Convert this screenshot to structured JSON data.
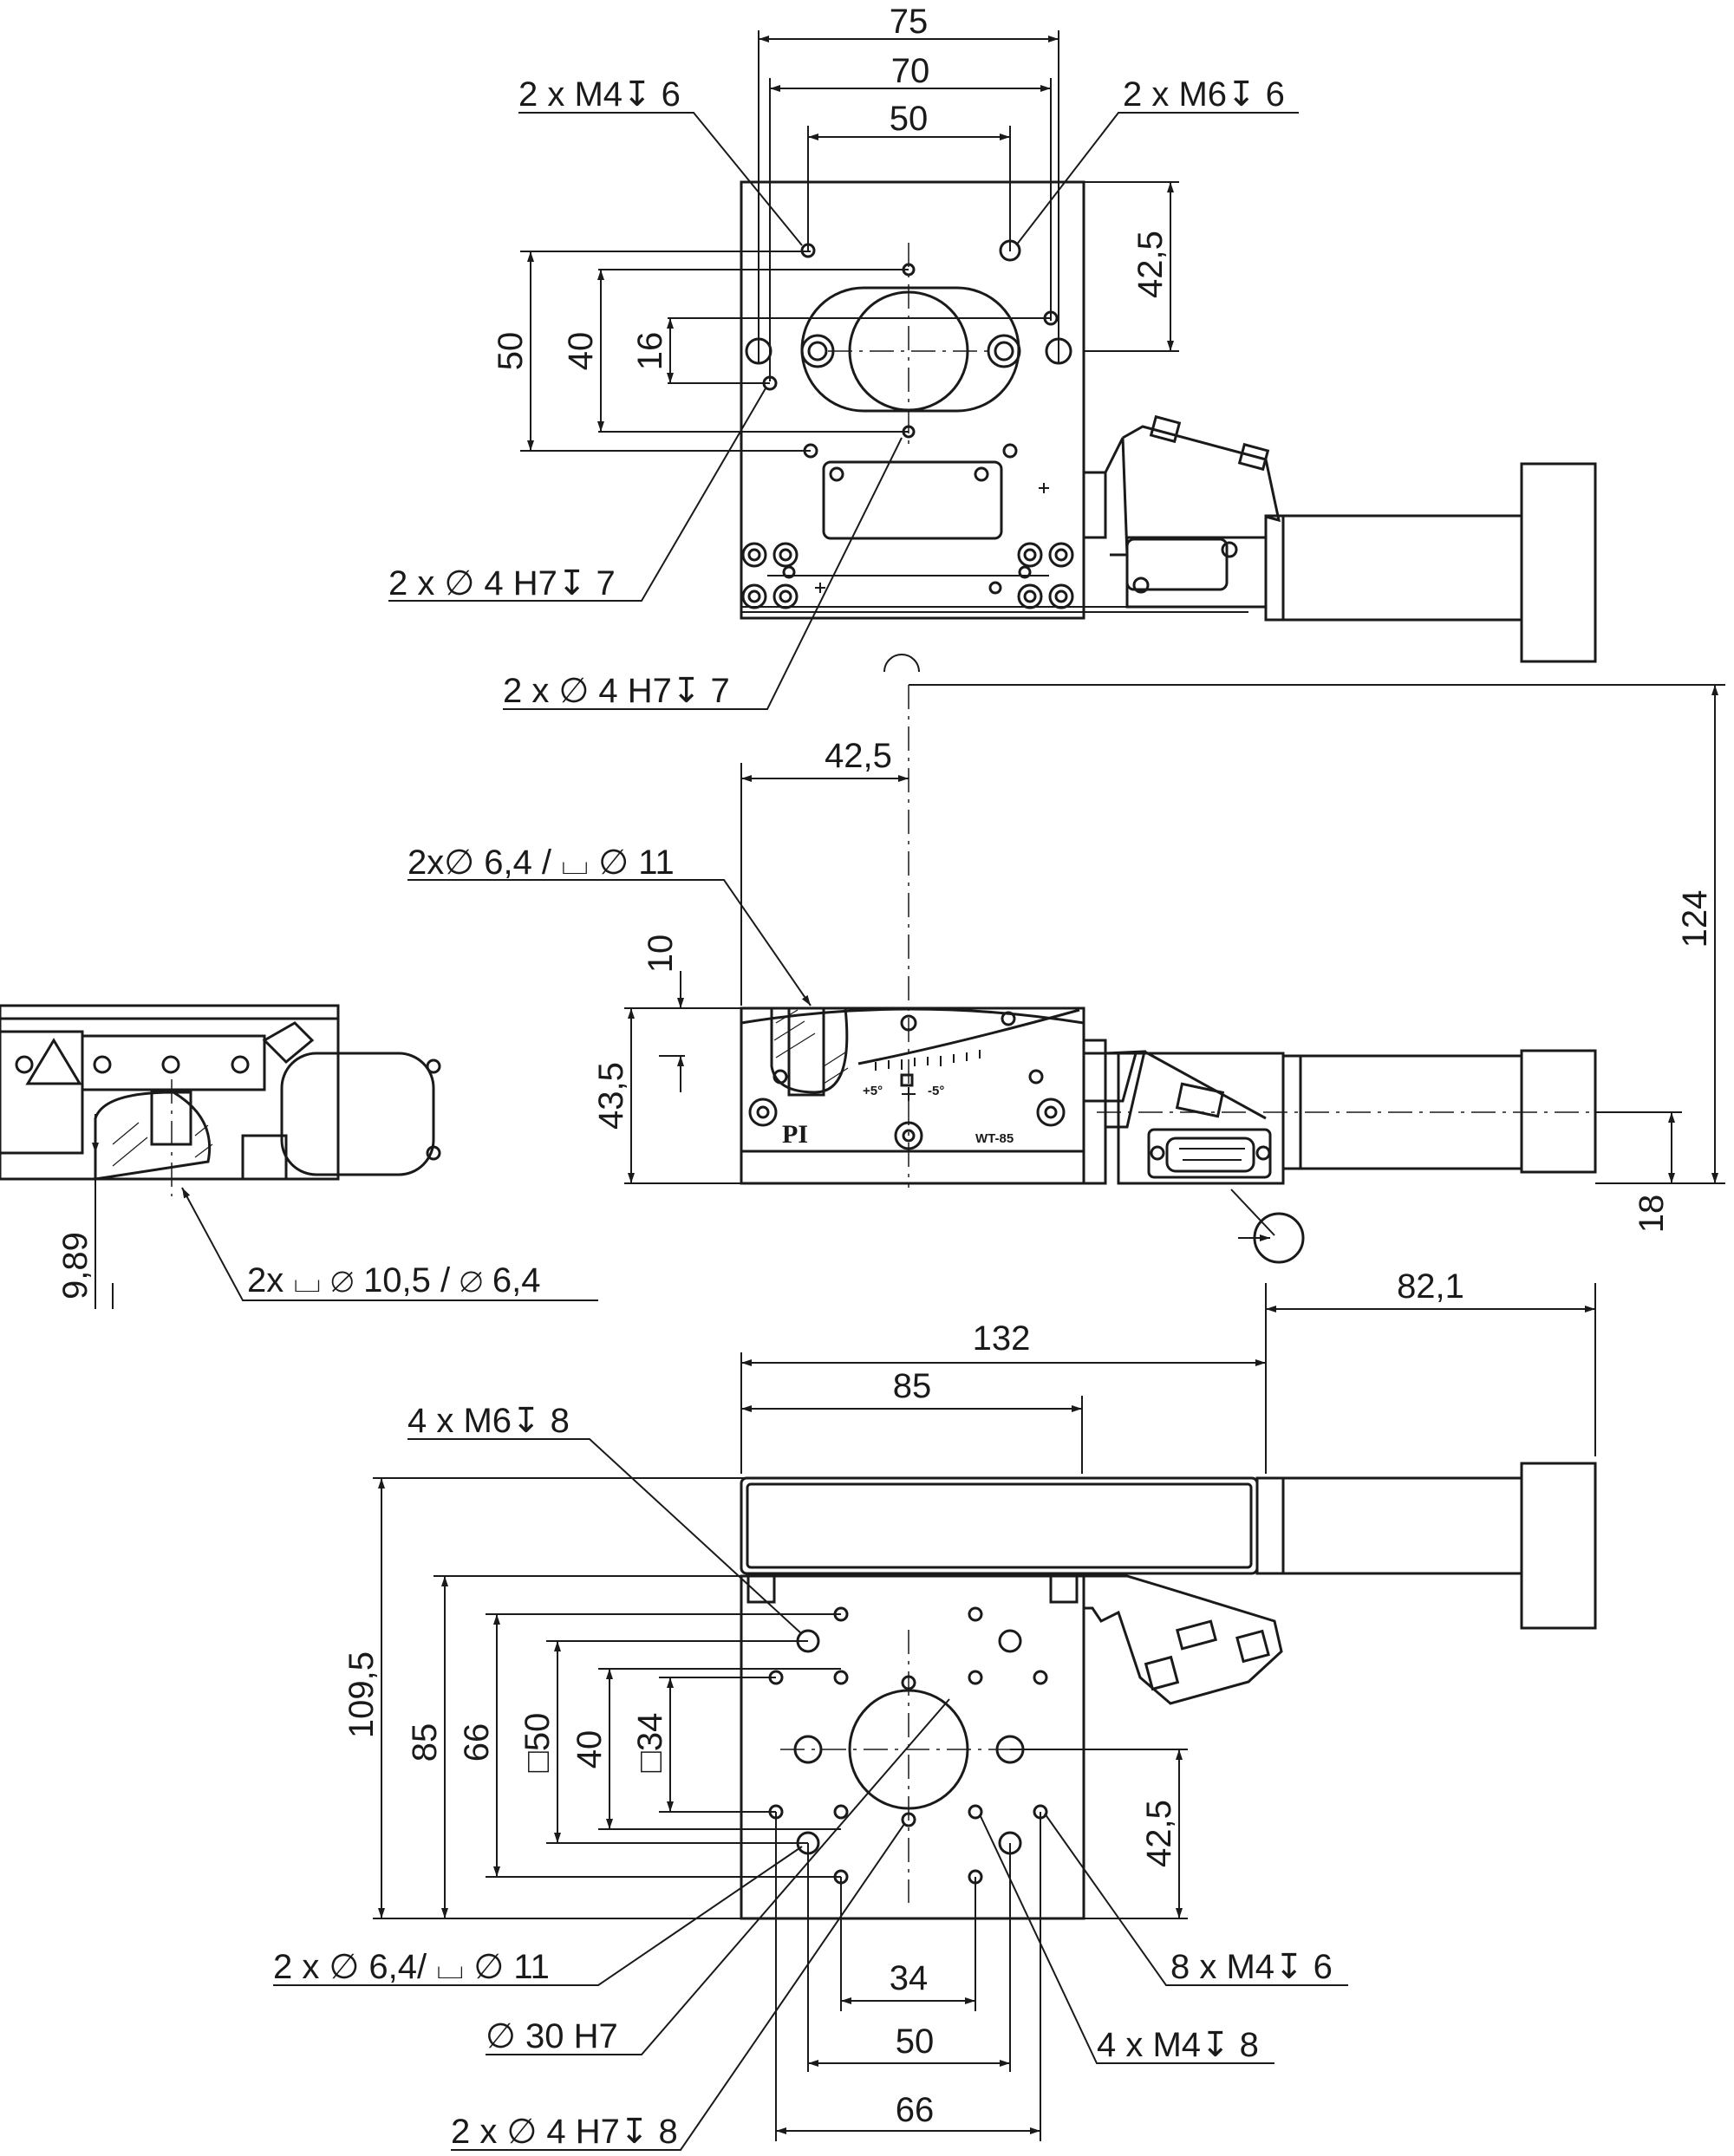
{
  "top_view": {
    "dims": {
      "w75": "75",
      "w70": "70",
      "w50": "50",
      "h50": "50",
      "h40": "40",
      "h16": "16",
      "h42_5": "42,5"
    },
    "notes": {
      "m4": "2 x M4↧ 6",
      "m6": "2 x M6↧ 6",
      "pin_a": "2 x ∅ 4 H7↧ 7",
      "pin_b": "2 x ∅ 4 H7↧ 7"
    }
  },
  "front_view": {
    "dims": {
      "d42_5": "42,5",
      "d124": "124",
      "d10": "10",
      "d43_5": "43,5",
      "d18": "18"
    },
    "notes": {
      "cbore": "2x∅ 6,4 / ⌴ ∅ 11"
    },
    "scale_labels": {
      "plus5": "+5°",
      "minus5": "-5°"
    },
    "logo": "PI",
    "model": "WT-85"
  },
  "side_view": {
    "dims": {
      "d9_89": "9,89"
    },
    "notes": {
      "cbore": "2x ⌴ ∅ 10,5 / ∅ 6,4"
    }
  },
  "bottom_view": {
    "dims": {
      "w132": "132",
      "w85": "85",
      "w82_1": "82,1",
      "h109_5": "109,5",
      "h85": "85",
      "h66": "66",
      "sq50": "□50",
      "h40": "40",
      "sq34": "□34",
      "h42_5": "42,5",
      "b34": "34",
      "b50": "50",
      "b66": "66"
    },
    "notes": {
      "m6": "4 x M6↧ 8",
      "cbore": "2 x ∅ 6,4/ ⌴ ∅ 11",
      "bore30": "∅ 30 H7",
      "pin": "2 x ∅ 4 H7↧ 8",
      "m4_6": "8 x M4↧ 6",
      "m4_8": "4 x M4↧ 8"
    }
  }
}
